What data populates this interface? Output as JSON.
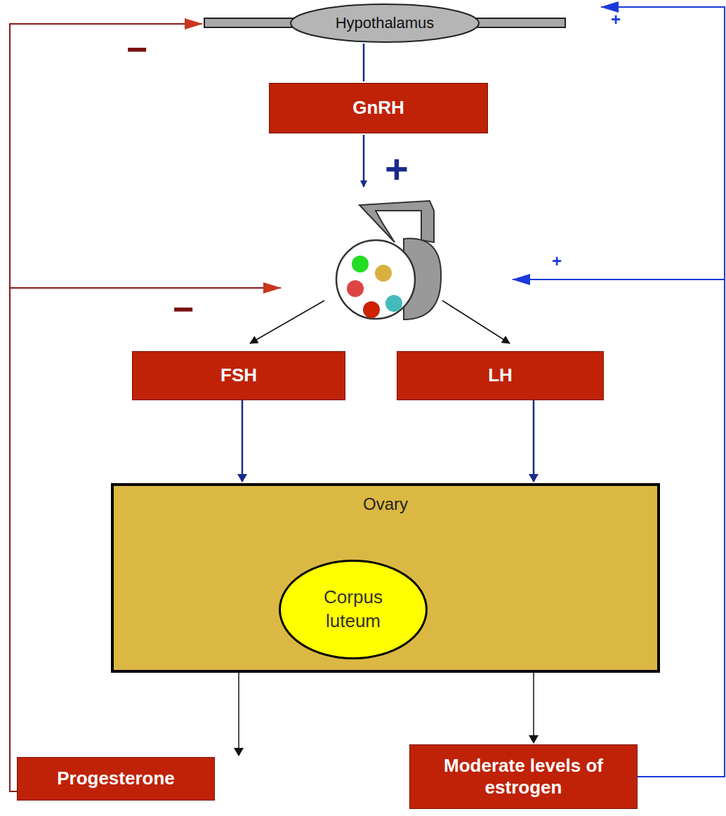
{
  "diagram": {
    "nodes": [
      {
        "text": [
          "Hypothalamus"
        ]
      },
      {
        "text": [
          "GnRH"
        ]
      },
      {
        "text": [
          "FSH"
        ]
      },
      {
        "text": [
          "LH"
        ]
      },
      {
        "text": [
          "Ovary"
        ]
      },
      {
        "text": [
          "Corpus luteum"
        ],
        "in": 4
      },
      {
        "text": [
          "Progesterone"
        ]
      },
      {
        "text": [
          "Moderate levels of estrogen"
        ]
      }
    ],
    "edges": [
      {
        "from": 0,
        "to": 1,
        "arrow": "none"
      },
      {
        "from": 2,
        "to": 4,
        "arrow": "to"
      },
      {
        "from": 3,
        "to": 4,
        "arrow": "to"
      },
      {
        "from": 4,
        "to": 6,
        "arrow": "to"
      },
      {
        "from": 4,
        "to": 7,
        "arrow": "to"
      },
      {
        "from": 6,
        "to": 0,
        "arrow": "to"
      },
      {
        "from": 7,
        "to": 0,
        "arrow": "to"
      }
    ],
    "labels": [
      "+",
      "−",
      "+",
      "+",
      "−"
    ]
  }
}
